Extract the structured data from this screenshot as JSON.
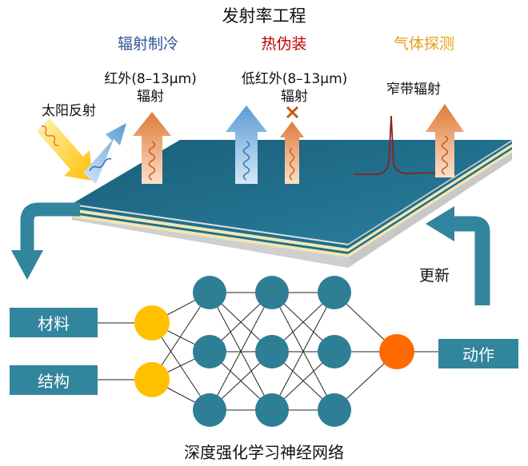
{
  "title": "发射率工程",
  "categories": {
    "cooling": "辐射制冷",
    "camouflage": "热伪装",
    "detection": "气体探测"
  },
  "colors": {
    "cooling": "#2f5597",
    "camouflage": "#c00000",
    "detection": "#e3a21a",
    "teal": "#31859c",
    "surface": "#1f6f8b",
    "input_node": "#ffc000",
    "output_node": "#ff6a00",
    "hidden_node": "#2e7f96"
  },
  "labels": {
    "solar_reflection": "太阳反射",
    "ir_emission_line1": "红外(8–13μm)",
    "ir_emission_line2": "辐射",
    "low_ir_line1": "低红外(8–13μm)",
    "low_ir_line2": "辐射",
    "narrowband": "窄带辐射",
    "update": "更新"
  },
  "network": {
    "inputs": [
      "材料",
      "结构"
    ],
    "output": "动作",
    "hidden_layers": 3,
    "nodes_per_layer": 3,
    "caption": "深度强化学习神经网络"
  }
}
